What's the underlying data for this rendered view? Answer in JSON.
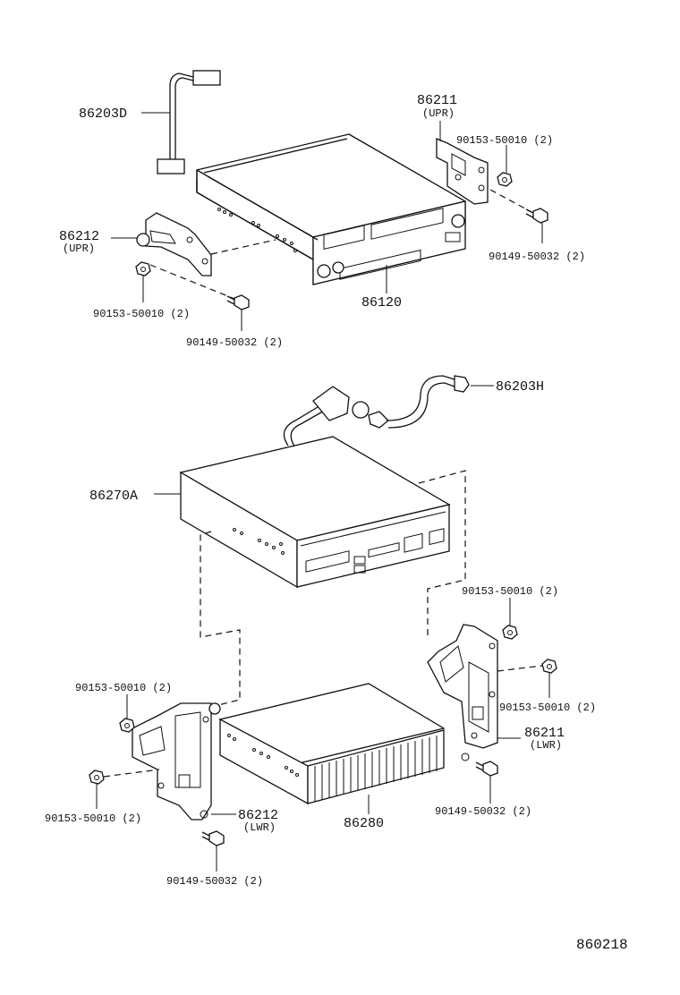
{
  "labels": {
    "p86203D": "86203D",
    "p86211_upr": "86211",
    "p86211_upr_sub": "(UPR)",
    "p90153_top": "90153-50010 (2)",
    "p86212_upr": "86212",
    "p86212_upr_sub": "(UPR)",
    "p90149_top_right": "90149-50032 (2)",
    "p90153_top_left": "90153-50010 (2)",
    "p86120": "86120",
    "p90149_top_left": "90149-50032 (2)",
    "p86203H": "86203H",
    "p86270A": "86270A",
    "p90153_mid_right": "90153-50010 (2)",
    "p90153_low_left_a": "90153-50010 (2)",
    "p90153_low_right": "90153-50010 (2)",
    "p86211_lwr": "86211",
    "p86211_lwr_sub": "(LWR)",
    "p90153_low_left_b": "90153-50010 (2)",
    "p86212_lwr": "86212",
    "p86212_lwr_sub": "(LWR)",
    "p86280": "86280",
    "p90149_low_right": "90149-50032 (2)",
    "p90149_low_left": "90149-50032 (2)",
    "diagram_id": "860218"
  }
}
